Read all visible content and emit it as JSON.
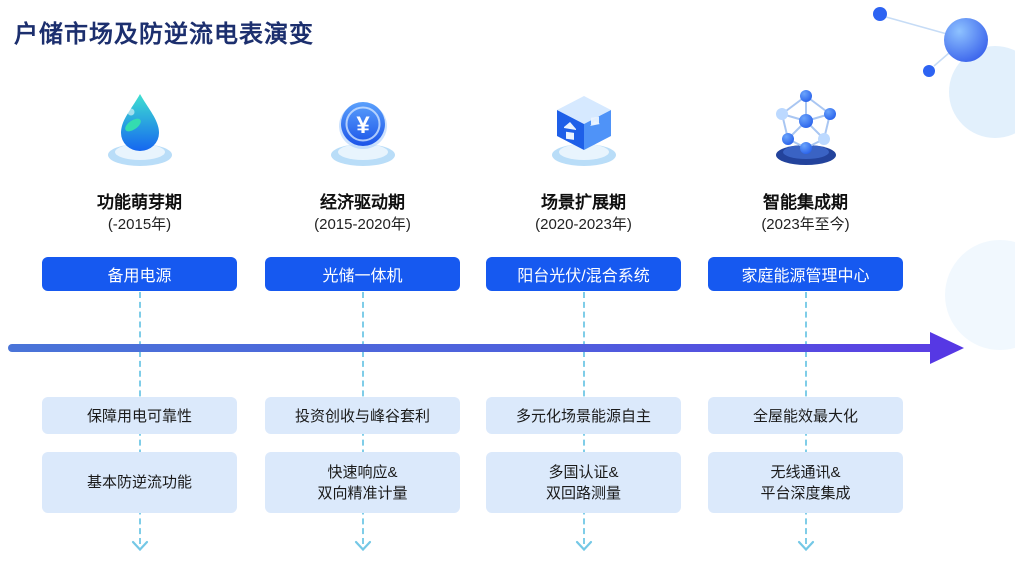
{
  "title": "户储市场及防逆流电表演变",
  "stages": [
    {
      "name": "功能萌芽期",
      "period": "(-2015年)",
      "pill": "备用电源",
      "benefit": "保障用电可靠性",
      "feature1": "基本防逆流功能",
      "feature2": "",
      "icon": "water-drop-leaf-icon"
    },
    {
      "name": "经济驱动期",
      "period": "(2015-2020年)",
      "pill": "光储一体机",
      "benefit": "投资创收与峰谷套利",
      "feature1": "快速响应&",
      "feature2": "双向精准计量",
      "icon": "yen-coin-icon"
    },
    {
      "name": "场景扩展期",
      "period": "(2020-2023年)",
      "pill": "阳台光伏/混合系统",
      "benefit": "多元化场景能源自主",
      "feature1": "多国认证&",
      "feature2": "双回路测量",
      "icon": "cube-house-icon"
    },
    {
      "name": "智能集成期",
      "period": "(2023年至今)",
      "pill": "家庭能源管理中心",
      "benefit": "全屋能效最大化",
      "feature1": "无线通讯&",
      "feature2": "平台深度集成",
      "icon": "molecule-network-icon"
    }
  ],
  "colors": {
    "title": "#1c2f6e",
    "pill_bg": "#1659f0",
    "box_bg": "#dbe9fb",
    "dash": "#7fcde8",
    "arrow_start": "#4a74d8",
    "arrow_end": "#5a3fe3"
  }
}
